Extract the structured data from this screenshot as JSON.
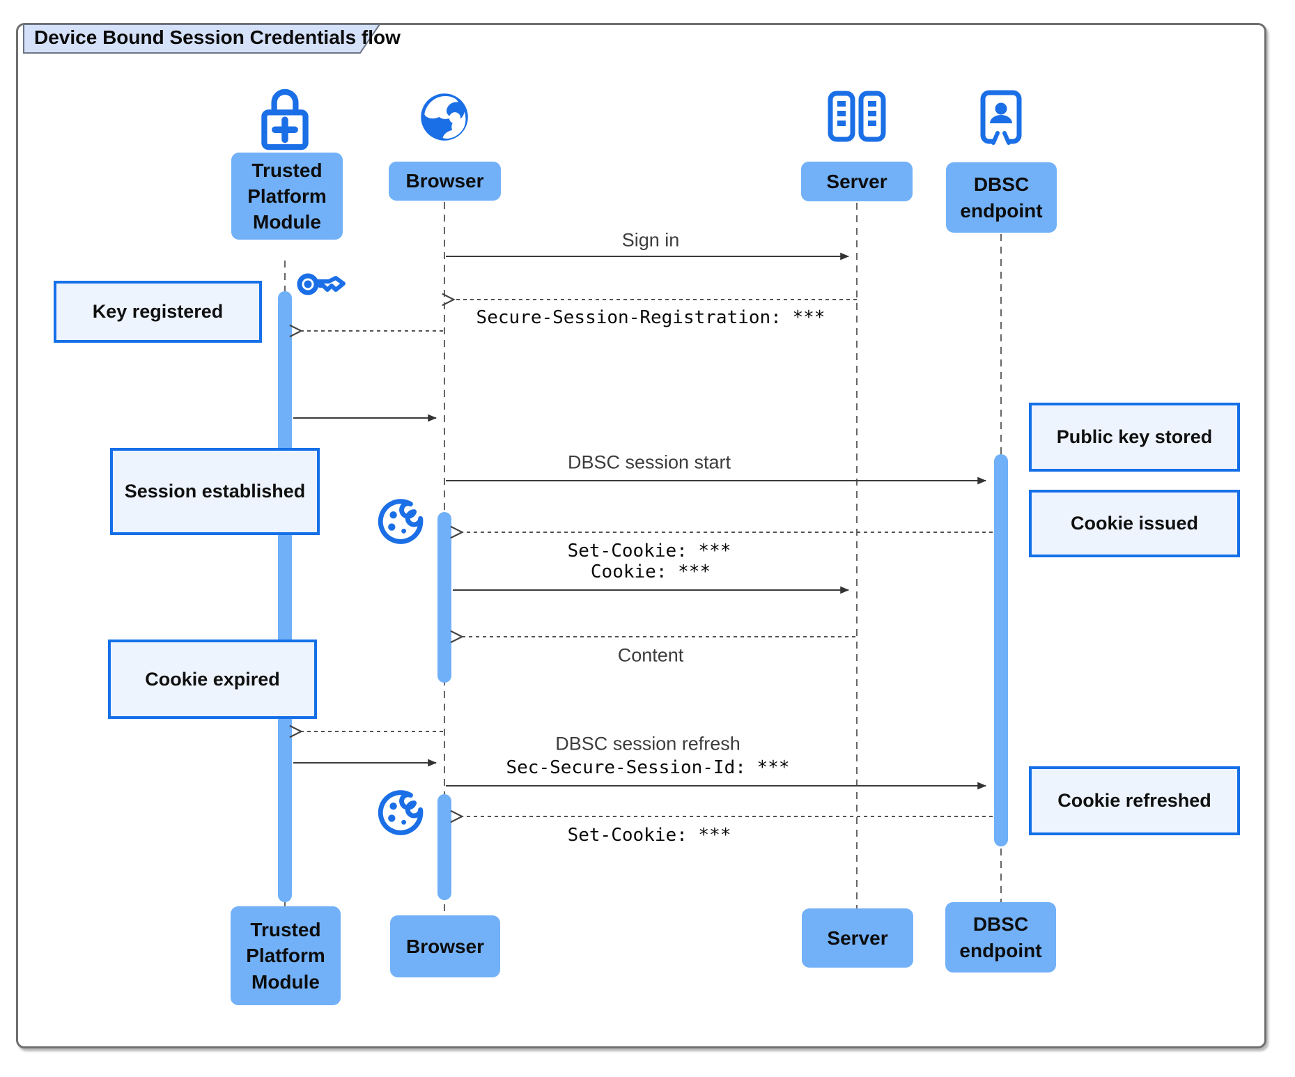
{
  "title": "Device Bound Session Credentials flow",
  "actors": {
    "tpm": {
      "label": "Trusted Platform Module",
      "icon": "lock-plus-icon"
    },
    "browser": {
      "label": "Browser",
      "icon": "globe-icon"
    },
    "server": {
      "label": "Server",
      "icon": "server-racks-icon"
    },
    "dbsc": {
      "label": "DBSC endpoint",
      "icon": "id-badge-icon"
    }
  },
  "messages": {
    "sign_in": "Sign in",
    "registration": "Secure-Session-Registration: ***",
    "session_start": "DBSC session start",
    "set_cookie_1": "Set-Cookie: ***",
    "cookie": "Cookie: ***",
    "content": "Content",
    "session_refresh": "DBSC session refresh",
    "session_refresh_header": "Sec-Secure-Session-Id: ***",
    "set_cookie_2": "Set-Cookie: ***"
  },
  "notes": {
    "key_registered": "Key registered",
    "session_established": "Session established",
    "public_key_stored": "Public key stored",
    "cookie_issued": "Cookie issued",
    "cookie_expired": "Cookie expired",
    "cookie_refreshed": "Cookie refreshed"
  },
  "colors": {
    "accent": "#1b6fe6",
    "actor_fill": "#72b1f8",
    "bar_fill": "#6fb0f8",
    "note_fill": "#edf4fe",
    "note_border": "#1570e8",
    "tab_fill": "#d5e1f8",
    "line": "#3a3a3a"
  }
}
